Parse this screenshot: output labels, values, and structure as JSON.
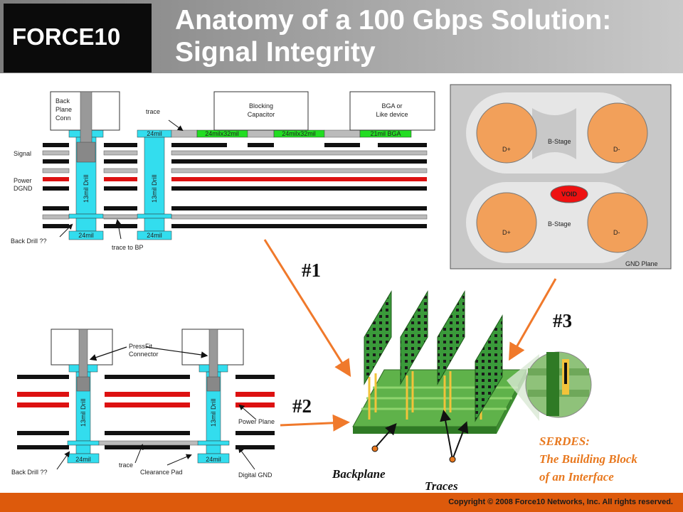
{
  "header": {
    "logo_text": "FORCE10",
    "title_line1": "Anatomy of a 100 Gbps Solution:",
    "title_line2": "Signal Integrity"
  },
  "footer": {
    "copyright": "Copyright © 2008 Force10 Networks, Inc. All rights reserved."
  },
  "diagram_top": {
    "back_plane_conn": [
      "Back",
      "Plane",
      "Conn"
    ],
    "trace": "trace",
    "blocking_capacitor": [
      "Blocking",
      "Capacitor"
    ],
    "bga": [
      "BGA or",
      "Like device"
    ],
    "pad_labels": [
      "24mil",
      "24milx32mil",
      "24milx32mil",
      "21mil BGA"
    ],
    "signal": "Signal",
    "power": "Power",
    "dgnd": "DGND",
    "drill1": "13mil Drill",
    "drill2": "13mil Drill",
    "bottom_pad1": "24mil",
    "bottom_pad2": "24mil",
    "back_drill": "Back Drill ??",
    "trace_to_bp": "trace to BP"
  },
  "diagram_bottom": {
    "pressfit": [
      "PressFit",
      "Connector"
    ],
    "drill1": "13mil Drill",
    "drill2": "13mil Drill",
    "power_plane": "Power Plane",
    "pad1": "24mil",
    "pad2": "24mil",
    "back_drill": "Back Drill ??",
    "trace": "trace",
    "clearance_pad": "Clearance Pad",
    "digital_gnd": "Digital GND"
  },
  "via_diagram": {
    "dplus_top": "D+",
    "bstage_top": "B-Stage",
    "dminus_top": "D-",
    "void": "VOID",
    "dplus_bottom": "D+",
    "bstage_bottom": "B-Stage",
    "dminus_bottom": "D-",
    "gnd_plane": "GND Plane"
  },
  "callouts": {
    "one": "#1",
    "two": "#2",
    "three": "#3"
  },
  "labels": {
    "backplane": "Backplane",
    "traces": "Traces",
    "serdes": [
      "SERDES:",
      "The Building Block",
      "of an Interface"
    ]
  },
  "colors": {
    "footer": "#dd5a0c",
    "arrow": "#f0792b",
    "via": "#33ddee",
    "pad_green": "#22dd22",
    "power_red": "#dd1111",
    "serdes_text": "#e8781e",
    "copper": "#f2a05a"
  }
}
